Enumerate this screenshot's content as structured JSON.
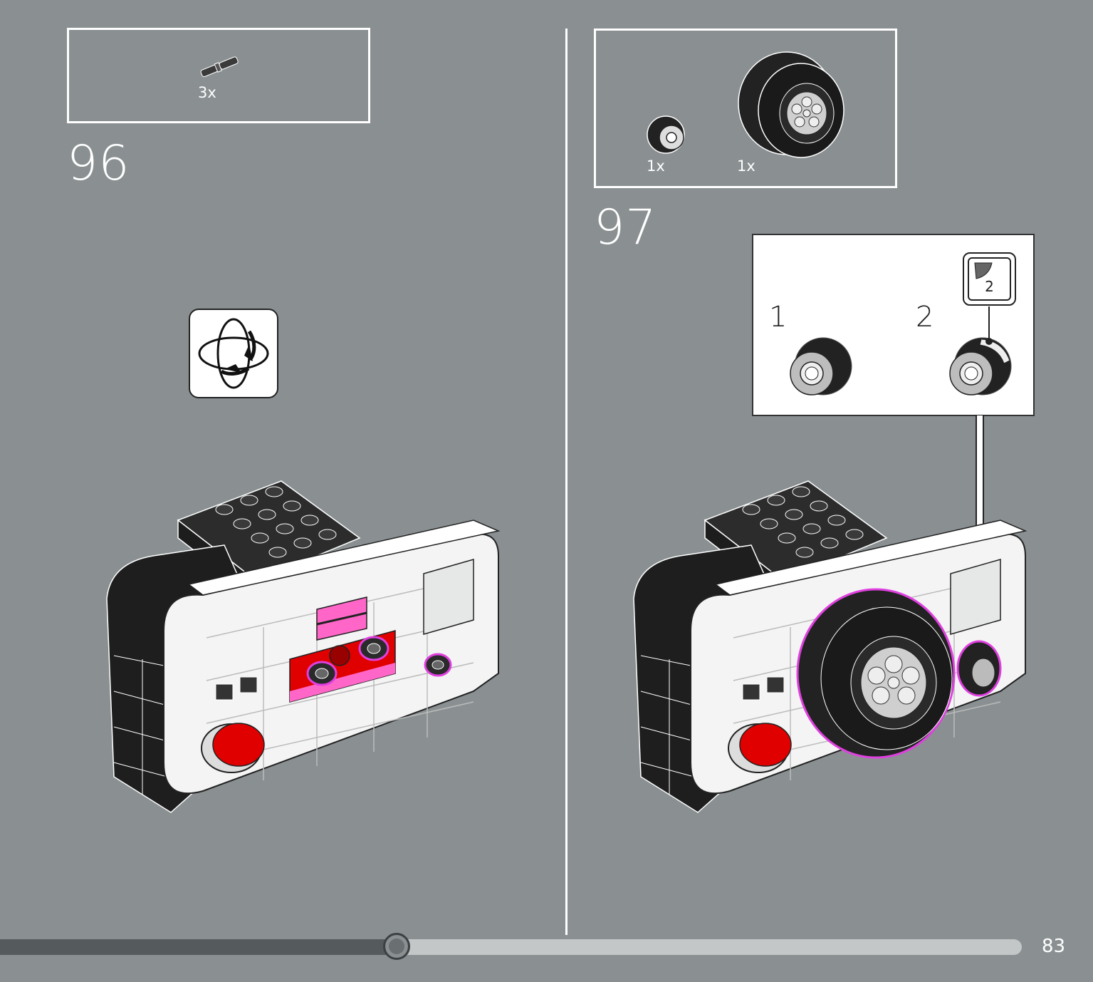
{
  "left_step": {
    "parts": [
      {
        "name": "pin-icon",
        "qty": "3x"
      }
    ],
    "number": "96"
  },
  "right_step": {
    "parts": [
      {
        "name": "small-wheel-icon",
        "qty": "1x"
      },
      {
        "name": "large-tire-icon",
        "qty": "1x"
      }
    ],
    "number": "97",
    "subassembly": {
      "substeps": [
        "1",
        "2"
      ],
      "sticker_number": "2"
    }
  },
  "footer": {
    "page_number": "83",
    "progress": 0.388
  },
  "colors": {
    "background": "#8a9092",
    "brick_red": "#e00000",
    "highlight_magenta": "#e040e0",
    "pink_tile": "#ff66c8"
  }
}
